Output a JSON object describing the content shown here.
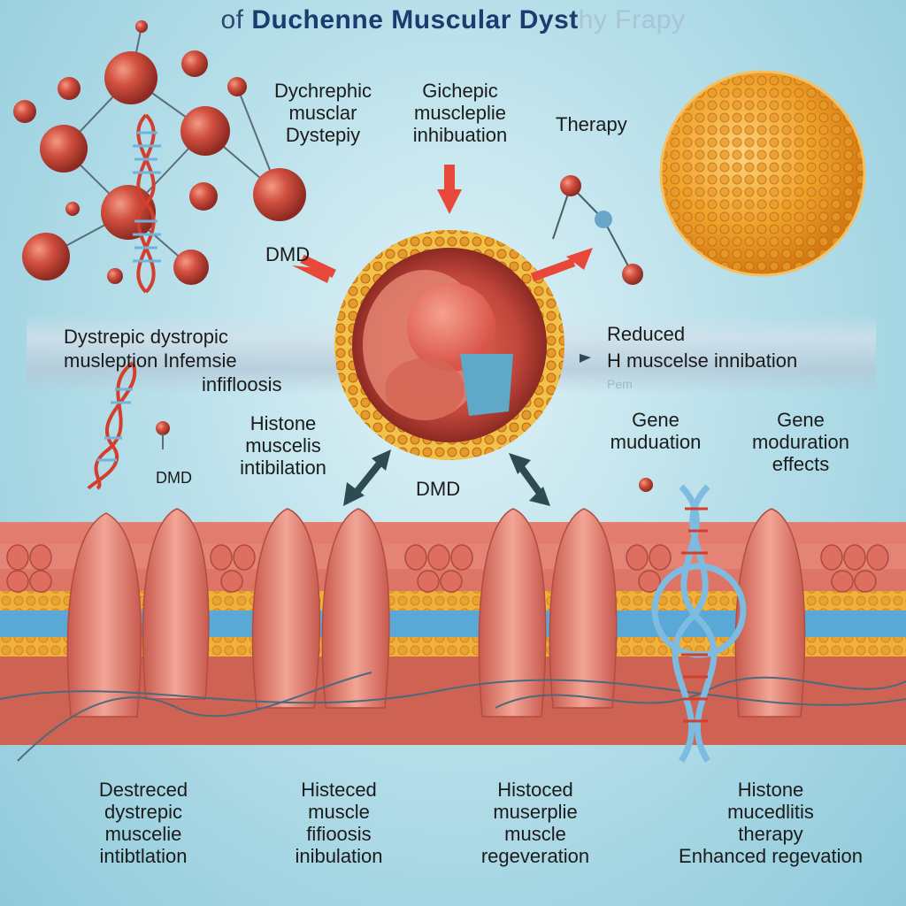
{
  "title": {
    "prefix": "of ",
    "main": "Duchenne Muscular Dyst",
    "faded": "hy Frapy"
  },
  "labels": {
    "top_left": [
      "Dychrephic",
      "musclar",
      "Dystepiy"
    ],
    "top_mid": [
      "Gichepic",
      "muscleplie",
      "inhibuation"
    ],
    "top_right": "Therapy",
    "dmd_left": "DMD",
    "band_left_1": "Dystrepic dystropic",
    "band_left_2": "musleption Infemsie",
    "band_left_3": "infifloosis",
    "band_right_1": "Reduced",
    "band_right_2": "H muscelse innibation",
    "band_right_3": "Pem",
    "histone_left": [
      "Histone",
      "muscelis",
      "intibilation"
    ],
    "dmd_small": "DMD",
    "dmd_center": "DMD",
    "gene_left": [
      "Gene",
      "muduation"
    ],
    "gene_right": [
      "Gene",
      "moduration",
      "effects"
    ],
    "bottom_1": [
      "Destreced",
      "dystrepic",
      "muscelie",
      "intibtlation"
    ],
    "bottom_2": [
      "Histeced",
      "muscle",
      "fifioosis",
      "inibulation"
    ],
    "bottom_3": [
      "Histoced",
      "muserplie",
      "muscle",
      "regeveration"
    ],
    "bottom_4": [
      "Histone",
      "mucedlitis",
      "therapy",
      "Enhanced regevation"
    ]
  },
  "colors": {
    "title": "#1a3c6e",
    "arrow_red": "#e8483a",
    "arrow_dark": "#2e4a52",
    "sphere_red": "#c8443a",
    "nanoparticle": "#f0a22a",
    "muscle": "#e38476",
    "dna_blue": "#5aa8d6"
  }
}
